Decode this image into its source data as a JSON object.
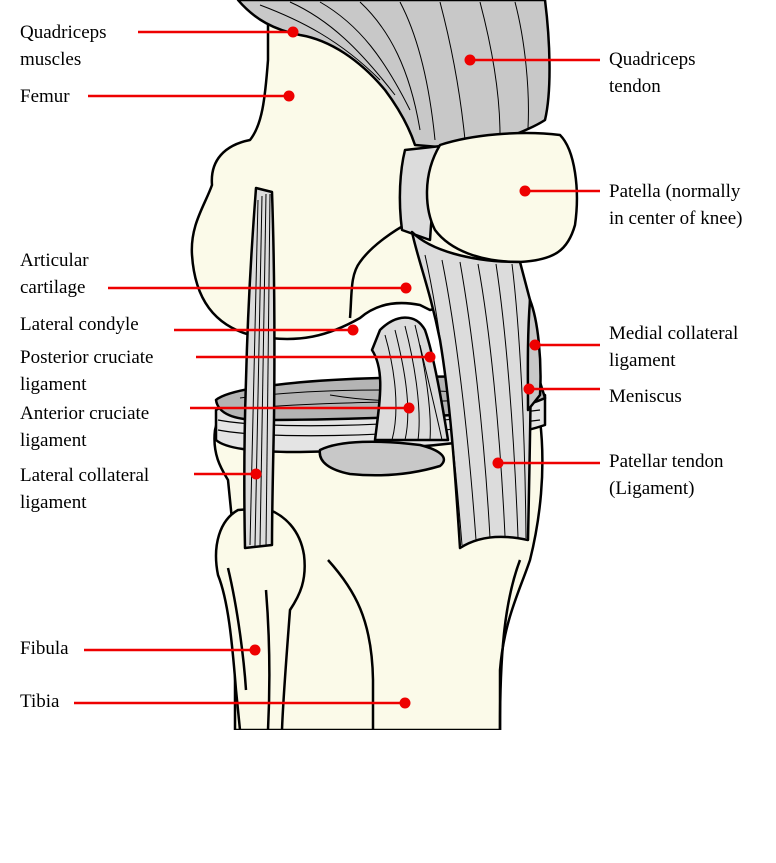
{
  "colors": {
    "bone": "#fbfae9",
    "muscle": "#c8c8c8",
    "ligament": "#dcdcdc",
    "meniscus": "#b4b4b4",
    "outline": "#000000",
    "leader": "#ee0000"
  },
  "labels": [
    {
      "id": "quadriceps-muscles",
      "lines": [
        "Quadriceps",
        "muscles"
      ]
    },
    {
      "id": "femur",
      "lines": [
        "Femur"
      ]
    },
    {
      "id": "articular-cartilage",
      "lines": [
        "Articular",
        "cartilage"
      ]
    },
    {
      "id": "lateral-condyle",
      "lines": [
        "Lateral condyle"
      ]
    },
    {
      "id": "posterior-cruciate-ligament",
      "lines": [
        "Posterior cruciate",
        "ligament"
      ]
    },
    {
      "id": "anterior-cruciate-ligament",
      "lines": [
        "Anterior cruciate",
        "ligament"
      ]
    },
    {
      "id": "lateral-collateral-ligament",
      "lines": [
        "Lateral collateral",
        "ligament"
      ]
    },
    {
      "id": "fibula",
      "lines": [
        "Fibula"
      ]
    },
    {
      "id": "tibia",
      "lines": [
        "Tibia"
      ]
    },
    {
      "id": "quadriceps-tendon",
      "lines": [
        "Quadriceps",
        "tendon"
      ]
    },
    {
      "id": "patella",
      "lines": [
        "Patella (normally",
        "in center of knee)"
      ]
    },
    {
      "id": "medial-collateral-ligament",
      "lines": [
        "Medial collateral",
        "ligament"
      ]
    },
    {
      "id": "meniscus",
      "lines": [
        "Meniscus"
      ]
    },
    {
      "id": "patellar-tendon",
      "lines": [
        "Patellar tendon",
        "(Ligament)"
      ]
    }
  ]
}
